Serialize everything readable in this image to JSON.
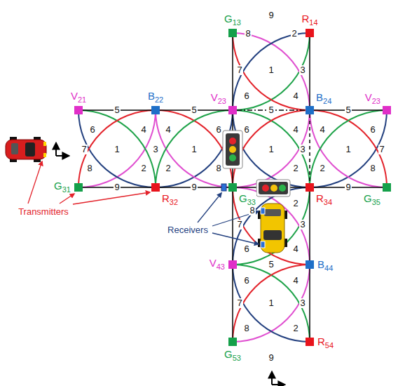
{
  "diagram": {
    "nodes": [
      {
        "text": [
          "G13"
        ]
      },
      {
        "text": [
          "R14"
        ]
      },
      {
        "text": [
          "V21"
        ]
      },
      {
        "text": [
          "B22"
        ]
      },
      {
        "text": [
          "V23"
        ]
      },
      {
        "text": [
          "B24"
        ]
      },
      {
        "text": [
          "V23"
        ]
      },
      {
        "text": [
          "G31"
        ]
      },
      {
        "text": [
          "R32"
        ]
      },
      {
        "text": [
          "G33"
        ]
      },
      {
        "text": [
          "R34"
        ]
      },
      {
        "text": [
          "G35"
        ]
      },
      {
        "text": [
          "V43"
        ]
      },
      {
        "text": [
          "B44"
        ]
      },
      {
        "text": [
          "G53"
        ]
      },
      {
        "text": [
          "R54"
        ]
      }
    ],
    "edges": [
      {
        "from": 2,
        "to": 3,
        "arrow": "none"
      },
      {
        "from": 3,
        "to": 4,
        "arrow": "none"
      },
      {
        "from": 4,
        "to": 5,
        "arrow": "none"
      },
      {
        "from": 5,
        "to": 6,
        "arrow": "none"
      },
      {
        "from": 7,
        "to": 8,
        "arrow": "none"
      },
      {
        "from": 8,
        "to": 9,
        "arrow": "none"
      },
      {
        "from": 9,
        "to": 10,
        "arrow": "none"
      },
      {
        "from": 10,
        "to": 11,
        "arrow": "none"
      },
      {
        "from": 0,
        "to": 4,
        "arrow": "none"
      },
      {
        "from": 4,
        "to": 9,
        "arrow": "none"
      },
      {
        "from": 9,
        "to": 12,
        "arrow": "none"
      },
      {
        "from": 12,
        "to": 14,
        "arrow": "none"
      },
      {
        "from": 1,
        "to": 5,
        "arrow": "none"
      },
      {
        "from": 5,
        "to": 10,
        "arrow": "none"
      },
      {
        "from": 10,
        "to": 13,
        "arrow": "none"
      },
      {
        "from": 13,
        "to": 15,
        "arrow": "none"
      }
    ],
    "labels": [
      "9",
      "8",
      "2",
      "7",
      "1",
      "3",
      "6",
      "4",
      "5",
      "5",
      "6",
      "4",
      "7",
      "1",
      "3",
      "8",
      "2",
      "9",
      "5",
      "4",
      "6",
      "1",
      "2",
      "8",
      "9",
      "6",
      "4",
      "1",
      "3",
      "2",
      "5",
      "4",
      "6",
      "1",
      "7",
      "2",
      "8",
      "9",
      "8",
      "2",
      "7",
      "3",
      "6",
      "4",
      "5",
      "6",
      "4",
      "7",
      "1",
      "3",
      "8",
      "2",
      "9",
      "Transmitters",
      "Receivers"
    ]
  }
}
